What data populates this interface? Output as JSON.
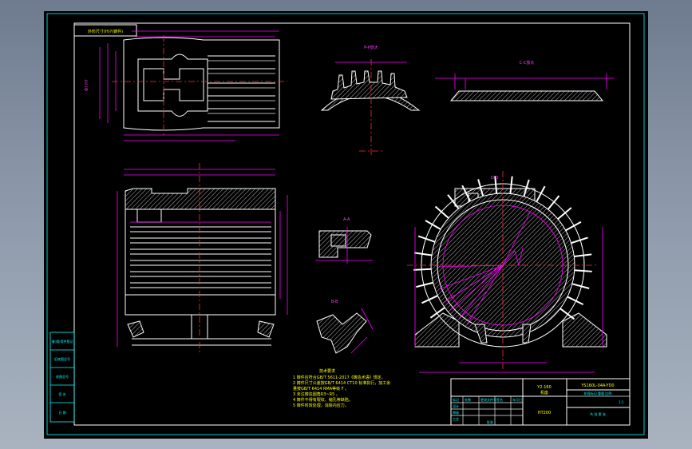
{
  "drawing": {
    "view_labels": {
      "section_top": "P-P放大",
      "section_strip": "C-C放大",
      "section_left": "A-A",
      "section_small": "B-B",
      "section_d": "D-D"
    },
    "top_left_box": "外形尺寸(H)?(铸件)",
    "tech_requirements": {
      "title": "技术要求",
      "items": [
        "1 铸件应符合GB/T 5611-2017《铸造术语》规定。",
        "2 铸件尺寸公差按GB/T 6414 CT10 标准执行，加工余",
        "  量按GB/T 6414 RMA等级 F 。",
        "3 未注铸造圆角R3~R5 。",
        "4 铸件不得有裂纹、缩孔等缺陷。",
        "5 铸件时效处理，消除内应力。"
      ]
    },
    "title_block": {
      "part_no": "Y2-160",
      "part_name": "机座",
      "material": "HT200",
      "scale_header": "阶段标记 重量 比例",
      "scale_value": "1:1",
      "code": "YS160L-04A-YD0",
      "sheet": "共 张 第 张",
      "rows": [
        "标记",
        "处数",
        "分区",
        "更改文件号",
        "签名",
        "年月日"
      ],
      "roles": [
        "设计",
        "审核",
        "工艺",
        "批准"
      ]
    },
    "side_stamp": [
      "借(通)用件登记",
      "旧底图总号",
      "底图总号",
      "签 名",
      "日 期"
    ]
  }
}
